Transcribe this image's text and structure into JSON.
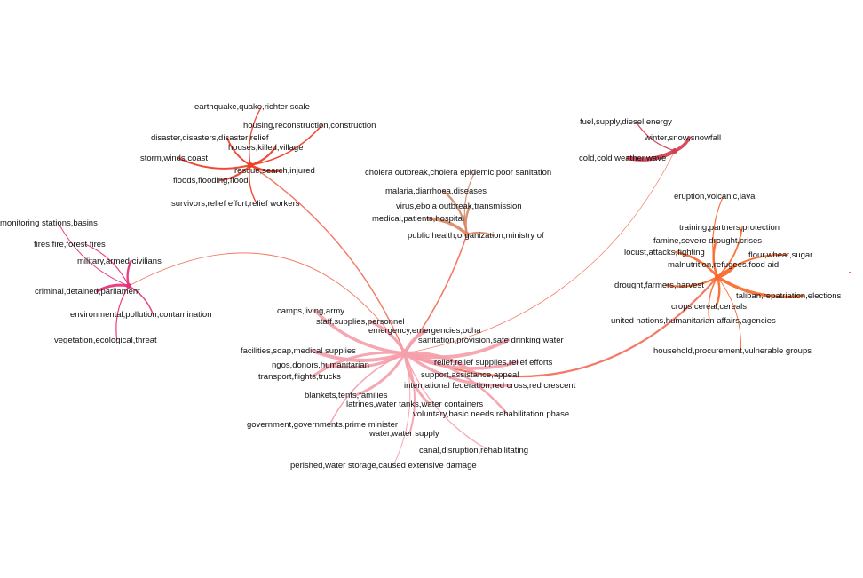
{
  "diagram": {
    "colors": {
      "hub": "#f4a0ab",
      "disaster": "#ee3b24",
      "health": "#d98866",
      "cold": "#d43d4f",
      "food": "#f76a2c",
      "environment": "#e6307a",
      "spoke": "#f36a55"
    },
    "clusters": [
      {
        "id": "hub",
        "color_key": "hub",
        "labels": [
          "camps,living,army",
          "staff,supplies,personnel",
          "emergency,emergencies,ocha",
          "sanitation,provision,safe drinking water",
          "facilities,soap,medical supplies",
          "relief,relief supplies,relief efforts",
          "ngos,donors,humanitarian",
          "transport,flights,trucks",
          "support,assistance,appeal",
          "international federation,red cross,red crescent",
          "blankets,tents,families",
          "latrines,water tanks,water containers",
          "voluntary,basic needs,rehabilitation phase",
          "government,governments,prime minister",
          "water,water supply",
          "canal,disruption,rehabilitating",
          "perished,water storage,caused extensive damage"
        ]
      },
      {
        "id": "disaster",
        "color_key": "disaster",
        "labels": [
          "earthquake,quake,richter scale",
          "housing,reconstruction,construction",
          "disaster,disasters,disaster relief",
          "houses,killed,village",
          "storm,winds,coast",
          "rescue,search,injured",
          "floods,flooding,flood",
          "survivors,relief effort,relief workers"
        ]
      },
      {
        "id": "health",
        "color_key": "health",
        "labels": [
          "cholera outbreak,cholera epidemic,poor sanitation",
          "malaria,diarrhoea,diseases",
          "virus,ebola outbreak,transmission",
          "medical,patients,hospital",
          "public health,organization,ministry of"
        ]
      },
      {
        "id": "cold",
        "color_key": "cold",
        "labels": [
          "fuel,supply,diesel energy",
          "winter,snow,snowfall",
          "cold,cold weather,wave"
        ]
      },
      {
        "id": "food",
        "color_key": "food",
        "labels": [
          "eruption,volcanic,lava",
          "training,partners,protection",
          "famine,severe drought,crises",
          "locust,attacks,fighting",
          "flour,wheat,sugar",
          "malnutrition,refugees,food aid",
          "drought,farmers,harvest",
          "taliban,repatriation,elections",
          "crops,cereal,cereals",
          "united nations,humanitarian affairs,agencies",
          "household,procurement,vulnerable groups"
        ]
      },
      {
        "id": "environment",
        "color_key": "environment",
        "labels": [
          "monitoring stations,basins",
          "fires,fire,forest fires",
          "military,armed,civilians",
          "criminal,detained,parliament",
          "environmental,pollution,contamination",
          "vegetation,ecological,threat"
        ]
      }
    ]
  }
}
